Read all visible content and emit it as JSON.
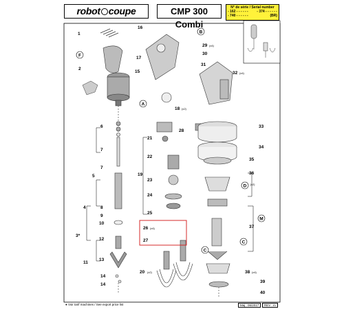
{
  "header": {
    "brand": {
      "part1": "robot",
      "part2": "coupe"
    },
    "model": "CMP 300 Combi",
    "serial": {
      "title": "N° de série / Serial number",
      "r1a": "- 162 - - - - - -",
      "r1b": "- 374 - - - - - -",
      "r2a": "- 740 - - - - - -",
      "r2b": "(BR)"
    }
  },
  "callouts": {
    "n1": "1",
    "n2": "2",
    "n3": "3*",
    "n4": "4",
    "n5": "5",
    "n6": "6",
    "n7a": "7",
    "n7b": "7",
    "n8": "8",
    "n9": "9",
    "n10": "10",
    "n11": "11",
    "n12": "12",
    "n13": "13",
    "n14a": "14",
    "n14b": "14",
    "n15": "15",
    "n16": "16",
    "n17": "17",
    "n18": "18",
    "n18s": "(x2)",
    "n19": "19",
    "n20": "20",
    "n20s": "(x2)",
    "n21": "21",
    "n22": "22",
    "n23": "23",
    "n24": "24",
    "n25": "25",
    "n26": "26",
    "n26s": "(x4)",
    "n27": "27",
    "n28": "28",
    "n29": "29",
    "n29s": "(x4)",
    "n30": "30",
    "n31": "31",
    "n32": "32",
    "n32s": "(x4)",
    "n33": "33",
    "n34": "34",
    "n35": "35",
    "n36": "36",
    "n37": "37",
    "n38": "38",
    "n38s": "(x4)",
    "n39": "39",
    "n40": "40",
    "cA": "A",
    "cB": "B",
    "cC": "C",
    "cD": "D",
    "cDs": "(x2)",
    "cF": "F",
    "cM": "M",
    "cX": "C"
  },
  "footer": {
    "note": "● Voir tarif machines / See export price list",
    "date": "Maj : 06/2017",
    "rev": "REV : m"
  }
}
